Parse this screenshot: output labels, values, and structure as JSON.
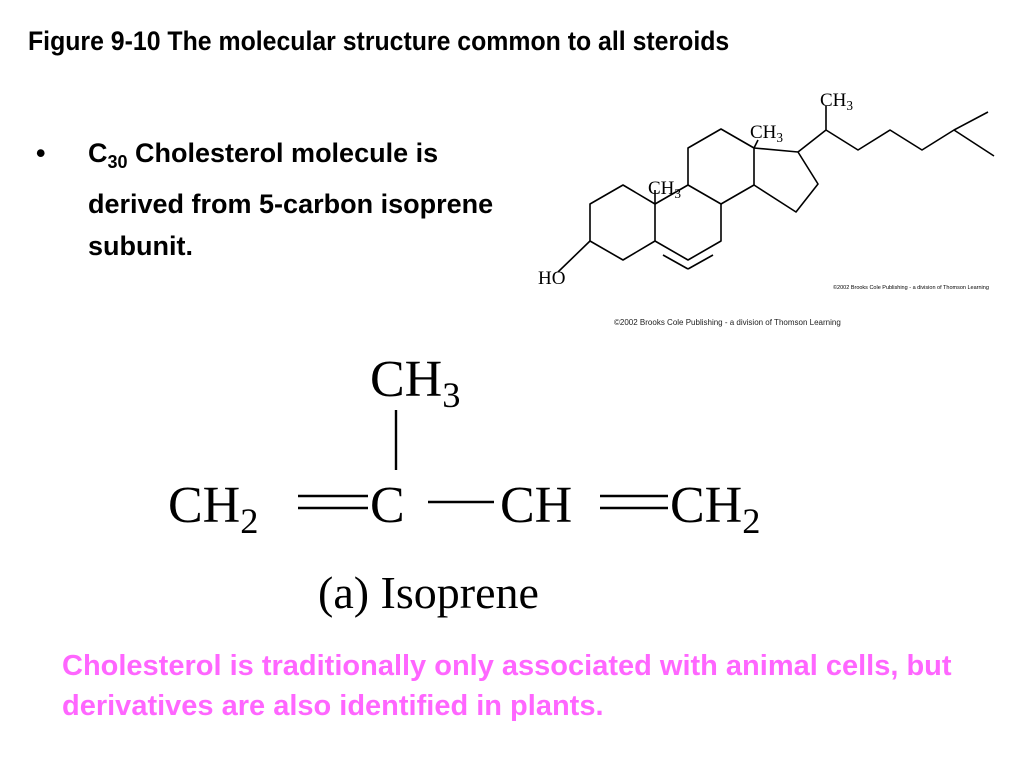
{
  "title": "Figure 9-10 The molecular structure common to all steroids",
  "bullet": {
    "marker": "•",
    "c_letter": "C",
    "c_subscript": "30",
    "text": " Cholesterol molecule is derived from 5-carbon isoprene subunit."
  },
  "cholesterol": {
    "ch3_side": "CH3",
    "ch3_upper": "CH3",
    "ch3_lower": "CH3",
    "ho": "HO",
    "inner_credit": "©2002 Brooks Cole Publishing - a division of Thomson Learning"
  },
  "credit": "©2002 Brooks Cole Publishing - a division of Thomson Learning",
  "isoprene": {
    "ch3_top": "CH3",
    "ch2_left": "CH2",
    "c_center": "C",
    "ch_mid": "CH",
    "ch2_right": "CH2",
    "caption": "(a) Isoprene"
  },
  "note": "Cholesterol is traditionally only associated with animal cells, but derivatives are also identified in plants."
}
